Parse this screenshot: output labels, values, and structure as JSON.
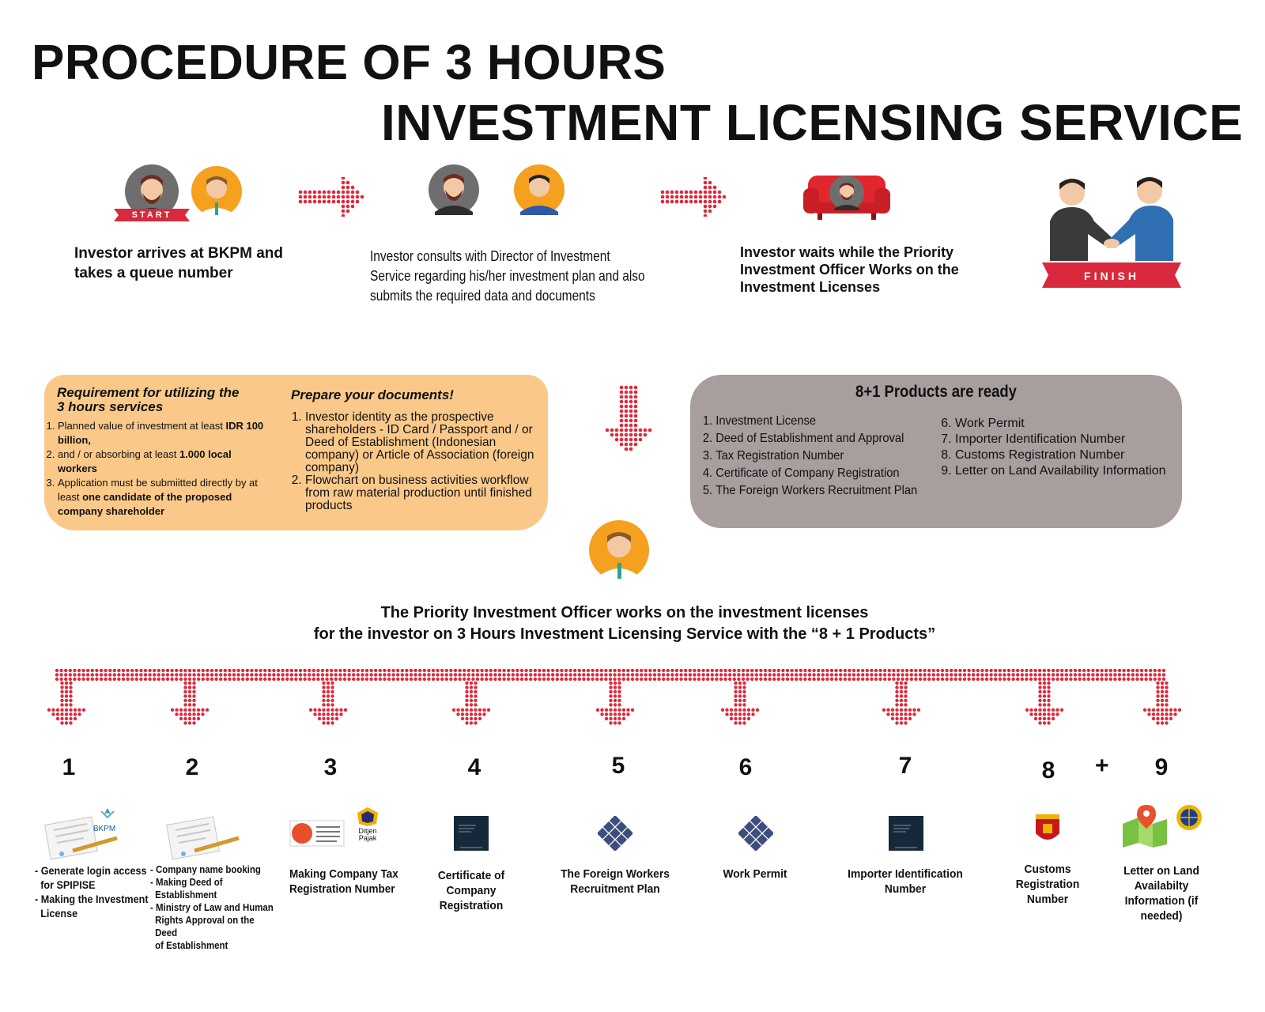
{
  "title": {
    "line1": "PROCEDURE OF 3 HOURS",
    "line2": "INVESTMENT LICENSING SERVICE"
  },
  "steps": {
    "start_badge": "START",
    "finish_badge": "FINISH",
    "step1": "Investor arrives at BKPM and takes a queue number",
    "step2": "Investor consults with Director of Investment Service regarding his/her investment plan and also submits the required data and documents",
    "step3": "Investor waits while the Priority Investment Officer Works on the Investment Licenses"
  },
  "requirements": {
    "heading": "Requirement for utilizing the 3 hours services",
    "items": [
      {
        "pre": "Planned value of investment at least ",
        "bold": "IDR 100 billion,",
        "post": ""
      },
      {
        "pre": "and / or absorbing at least ",
        "bold": "1.000 local workers",
        "post": ""
      },
      {
        "pre": "Application must be submiitted directly by at least ",
        "bold": "one candidate of the proposed company shareholder",
        "post": ""
      }
    ]
  },
  "documents": {
    "heading": "Prepare your documents!",
    "items": [
      "Investor identity as the prospective shareholders - ID Card / Passport and / or Deed of Establishment (Indonesian company) or Article of Association (foreign company)",
      "Flowchart on business activities workflow from raw material production until finished products"
    ]
  },
  "products": {
    "heading": "8+1 Products are ready",
    "col1": [
      "Investment License",
      "Deed of Establishment and Approval",
      "Tax Registration Number",
      "Certificate of Company Registration",
      "The Foreign Workers Recruitment Plan"
    ],
    "col2": [
      "Work Permit",
      "Importer Identification Number",
      "Customs Registration Number",
      "Letter on Land Availability Information"
    ]
  },
  "officer_text": {
    "line1": "The Priority Investment Officer works on the investment licenses",
    "line2": "for the investor on 3 Hours Investment Licensing Service with the “8 + 1 Products”"
  },
  "outputs": {
    "numbers": [
      "1",
      "2",
      "3",
      "4",
      "5",
      "6",
      "7",
      "8",
      "9"
    ],
    "plus": "+",
    "item1": [
      "- Generate login access",
      "for SPIPISE",
      "- Making the Investment",
      "License"
    ],
    "item2": [
      "- Company name booking",
      "- Making Deed of",
      "Establishment",
      "- Ministry of Law and Human",
      "Rights Approval on the Deed",
      "of Establishment"
    ],
    "item3": "Making Company Tax Registration Number",
    "item4": "Certificate of Company Registration",
    "item5": "The Foreign Workers Recruitment Plan",
    "item6": "Work Permit",
    "item7": "Importer Identification Number",
    "item8": "Customs Registration Number",
    "item9": "Letter on Land Availabilty Information (if needed)"
  },
  "logos": {
    "bkpm": "BKPM",
    "djp": "Ditjen Pajak"
  },
  "colors": {
    "dot_red": "#e0283a",
    "orange_box": "#fac98a",
    "grey_box": "#a79e9d",
    "badge_red": "#d82a3c",
    "officer_orange": "#f5a11f",
    "ministry_navy": "#16283a",
    "kemnaker_blue": "#3c4d7e"
  }
}
